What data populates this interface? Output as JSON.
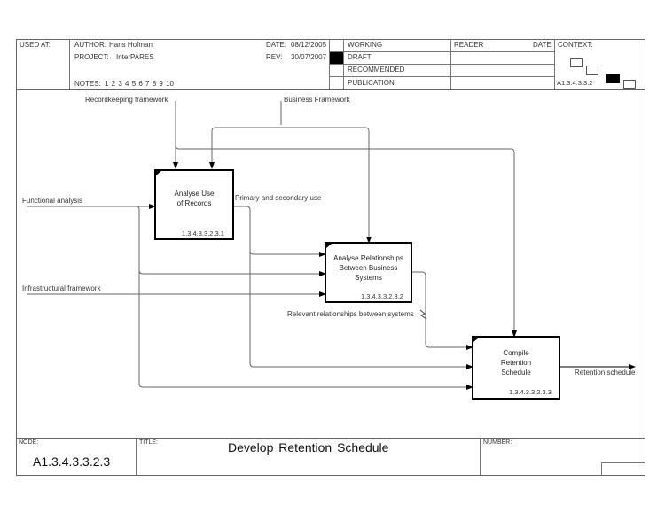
{
  "header": {
    "used_at_label": "USED AT:",
    "author_label": "AUTHOR:",
    "author": "Hans Hofman",
    "project_label": "PROJECT:",
    "project": "InterPARES",
    "notes_label": "NOTES:",
    "notes": "1 2 3 4 5 6 7 8 9 10",
    "date_label": "DATE:",
    "date": "08/12/2005",
    "rev_label": "REV:",
    "rev": "30/07/2007",
    "status": [
      {
        "label": "WORKING",
        "selected": false
      },
      {
        "label": "DRAFT",
        "selected": true
      },
      {
        "label": "RECOMMENDED",
        "selected": false
      },
      {
        "label": "PUBLICATION",
        "selected": false
      }
    ],
    "reader_label": "READER",
    "reader_date_label": "DATE",
    "context_label": "CONTEXT:",
    "context_node": "A1.3.4.3.3.2"
  },
  "diagram": {
    "boxes": [
      {
        "title": "Analyse Use of Records",
        "lines": [
          "Analyse Use",
          "of Records"
        ],
        "number": "1.3.4.3.3.2.3.1"
      },
      {
        "title": "Analyse Relationships Between Business Systems",
        "lines": [
          "Analyse Relationships",
          "Between Business",
          "Systems"
        ],
        "number": "1.3.4.3.3.2.3.2"
      },
      {
        "title": "Compile Retention Schedule",
        "lines": [
          "Compile",
          "Retention",
          "Schedule"
        ],
        "number": "1.3.4.3.3.2.3.3"
      }
    ],
    "arrows": {
      "recordkeeping_framework": "Recordkeeping framework",
      "business_framework": "Business Framework",
      "functional_analysis": "Functional analysis",
      "infrastructural_framework": "Infrastructural framework",
      "primary_secondary_use": "Primary and secondary use",
      "relevant_relationships": "Relevant relationships between systems",
      "retention_schedule": "Retention schedule"
    }
  },
  "footer": {
    "node_label": "NODE:",
    "node": "A1.3.4.3.3.2.3",
    "title_label": "TITLE:",
    "title": "Develop Retention Schedule",
    "number_label": "NUMBER:"
  }
}
